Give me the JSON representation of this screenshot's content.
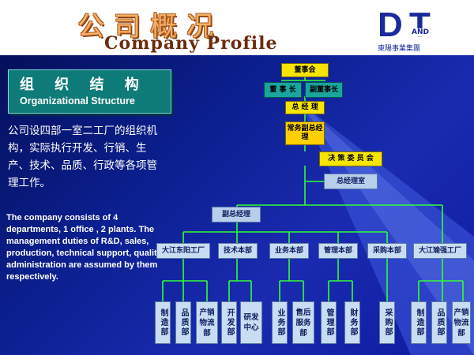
{
  "header": {
    "title_cn": "公司概况",
    "title_en": "Company Profile",
    "logo_mark": "D T",
    "logo_and": "AND",
    "logo_sub": "東陽事業集團"
  },
  "section": {
    "title_cn": "组 织 结 构",
    "title_en": "Organizational Structure"
  },
  "description": {
    "cn": "公司设四部一室二工厂的组织机构，实际执行开发、行销、生产、技术、品质、行政等各项管理工作。",
    "en": "The company consists of 4 departments, 1 office , 2 plants. The management duties of R&D, sales, production, technical support, quality, administration are assumed  by them respectively."
  },
  "org": {
    "board": "董事会",
    "chairman": "董 事 长",
    "vice_chairman": "副董事长",
    "gm": "总 经 理",
    "exec_vgm": "常务副总经理",
    "decision_committee": "决 策 委 员 会",
    "gm_office": "总经理室",
    "deputy_gm": "副总经理",
    "departments": [
      {
        "label": "大江东阳工厂",
        "children": [
          "制造部",
          "品质部",
          "产销物流部"
        ]
      },
      {
        "label": "技术本部",
        "children": [
          "开发部",
          "研发中心"
        ]
      },
      {
        "label": "业务本部",
        "children": [
          "业务部",
          "售后服务部"
        ]
      },
      {
        "label": "管理本部",
        "children": [
          "管理部",
          "财务部"
        ]
      },
      {
        "label": "采购本部",
        "children": [
          "采购部"
        ]
      },
      {
        "label": "大江瑜强工厂",
        "children": [
          "制造部",
          "品质部",
          "产销物流部"
        ]
      }
    ]
  }
}
